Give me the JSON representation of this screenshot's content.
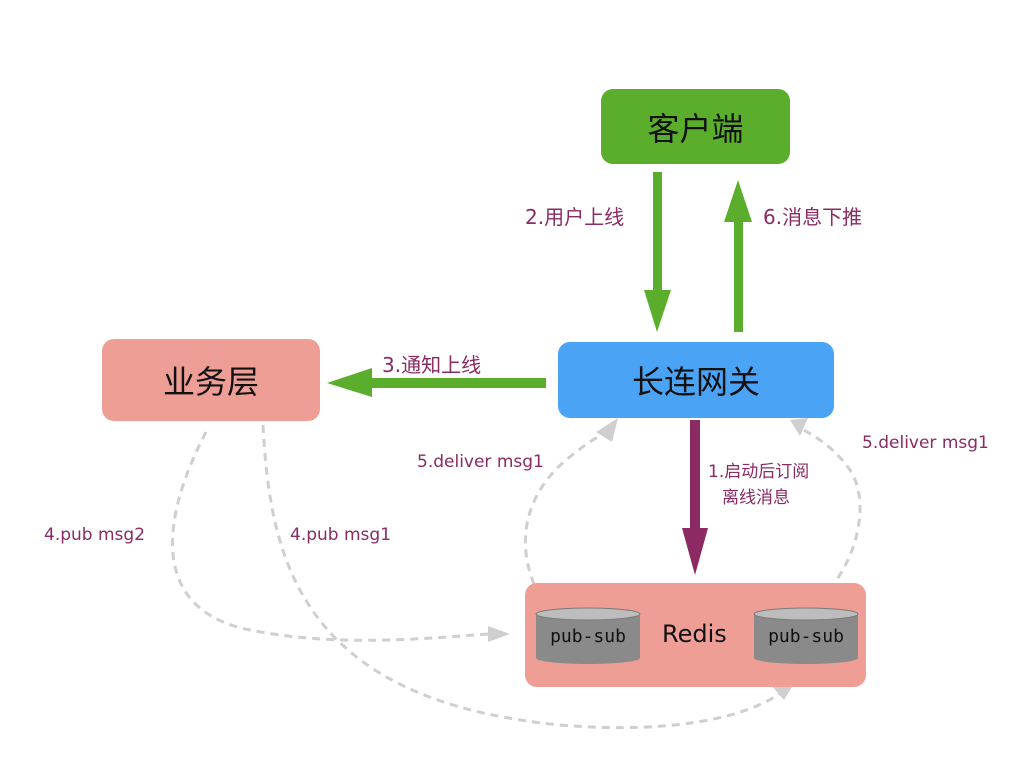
{
  "nodes": {
    "client": "客户端",
    "gateway": "长连网关",
    "business": "业务层",
    "redis": "Redis",
    "pubsub_left": "pub-sub",
    "pubsub_right": "pub-sub"
  },
  "edges": {
    "step1_line1": "1.启动后订阅",
    "step1_line2": "离线消息",
    "step2": "2.用户上线",
    "step3": "3.通知上线",
    "step4_msg2": "4.pub msg2",
    "step4_msg1": "4.pub msg1",
    "step5_left": "5.deliver msg1",
    "step5_right": "5.deliver msg1",
    "step6": "6.消息下推"
  },
  "colors": {
    "client": "#5aae2b",
    "gateway": "#4aa3f5",
    "business": "#ef9e96",
    "redis": "#ef9e96",
    "green_arrow": "#5aae2b",
    "purple_arrow": "#8b2a63",
    "dashed": "#cfcfcf",
    "label_text": "#8b2a63"
  }
}
